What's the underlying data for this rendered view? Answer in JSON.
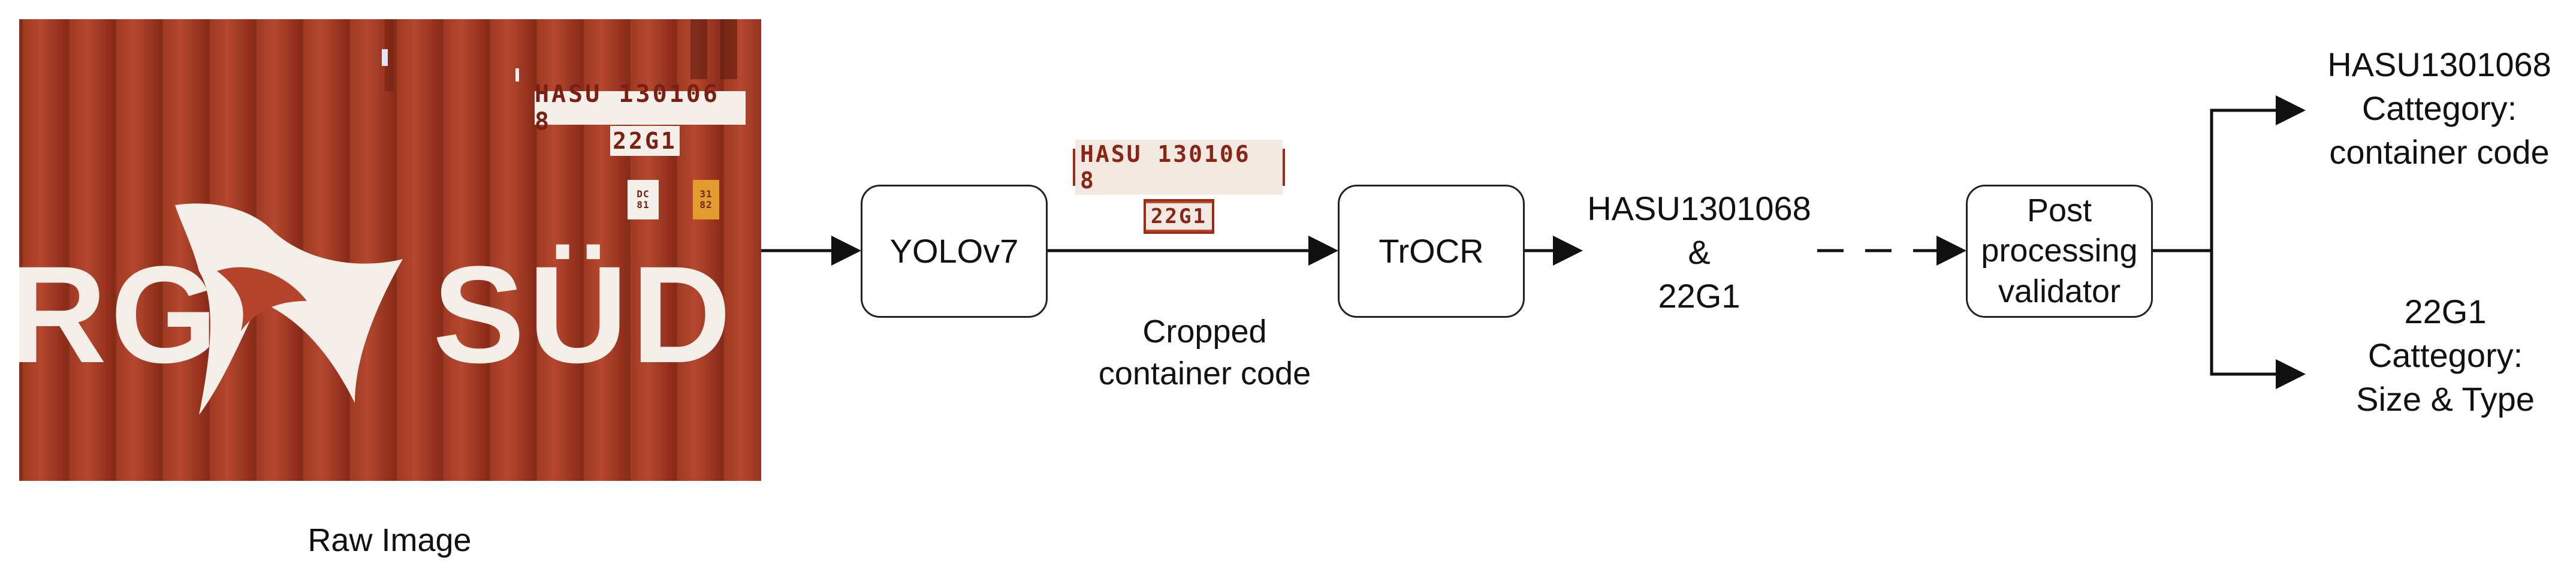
{
  "raw_image": {
    "caption": "Raw Image",
    "code_line1": "HASU 130106 8",
    "code_line2": "22G1",
    "logo_left": "RG",
    "logo_right": "SÜD",
    "badge_a": "DC\n81",
    "badge_b": "31\n82"
  },
  "cropped": {
    "code_line1": "HASU 130106 8",
    "code_line2": "22G1",
    "caption": "Cropped\ncontainer code"
  },
  "nodes": {
    "yolo": "YOLOv7",
    "trocr": "TrOCR",
    "validator": "Post\nprocessing\nvalidator"
  },
  "ocr_result": "HASU1301068\n&\n22G1",
  "outputs": [
    {
      "text": "HASU1301068\nCattegory:\ncontainer code"
    },
    {
      "text": "22G1\nCattegory:\nSize & Type"
    }
  ],
  "colors": {
    "container": "#b5432b",
    "container_dark": "#8e2f1c",
    "stroke": "#111111"
  }
}
